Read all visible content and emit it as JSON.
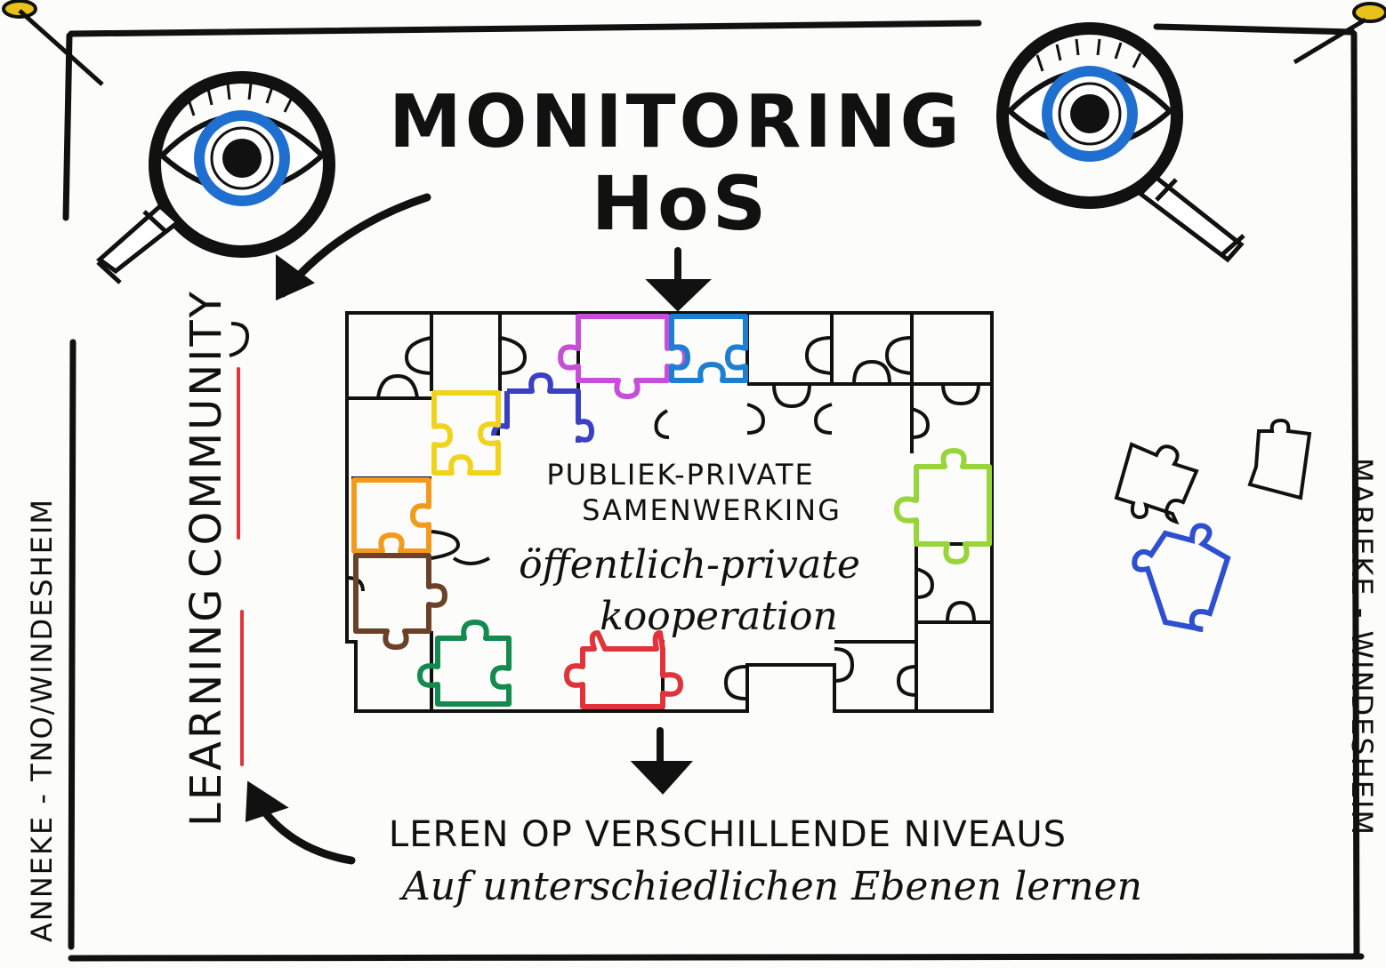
{
  "title": {
    "line1": "MONITORING",
    "line2": "HoS"
  },
  "center": {
    "line1": "PUBLIEK-PRIVATE",
    "line2": "SAMENWERKING",
    "line3": "öffentlich-private",
    "line4": "kooperation"
  },
  "bottom": {
    "line1": "LEREN OP VERSCHILLENDE NIVEAUS",
    "line2": "Auf unterschiedlichen Ebenen lernen"
  },
  "side_label": {
    "learning": "LEARNING",
    "community": "COMMUNITY"
  },
  "credits": {
    "left": "ANNEKE - TNO/WINDESHEIM",
    "right": "MARIEKE - WINDESHEIM"
  },
  "icons": [
    "eye-magnifier-icon",
    "arrow-down-icon",
    "curved-arrow-icon",
    "puzzle-piece-icon"
  ],
  "colors": {
    "ink": "#111111",
    "iris": "#1f6fd1",
    "accent_red": "#e0353a",
    "purple": "#c74fd8",
    "blue": "#1e7fd0",
    "navy": "#3b3fc4",
    "yellow": "#f2d31b",
    "orange": "#f39a1d",
    "brown": "#6b4128",
    "green_dark": "#138a4e",
    "red": "#e0343a",
    "green_light": "#98d53a",
    "blue_loose": "#2d4fd0",
    "pin": "#e8c21a"
  }
}
